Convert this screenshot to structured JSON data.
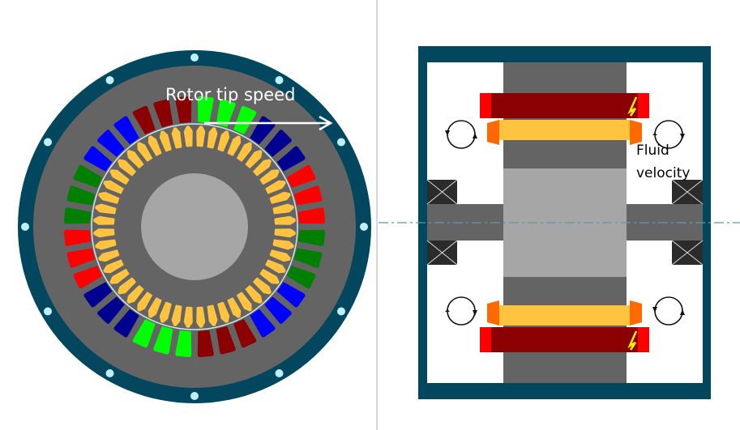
{
  "labels": {
    "rotor_tip_speed": "Rotor tip speed",
    "fluid_line1": "Fluid",
    "fluid_line2": "velocity"
  },
  "colors": {
    "frame": "#02475e",
    "core": "#646464",
    "shaft": "#a6a6a6",
    "rotor_bar": "#ffc340",
    "bolt": "#bfefff",
    "stator_phases": [
      "#00ff00",
      "#000090",
      "#ff0000",
      "#008000",
      "#0000ff",
      "#8b0000"
    ],
    "coil_dark": "#8b0000",
    "coil_end": "#ff0000",
    "bar_end": "#ff6a00",
    "bearing": "#2b2b2b",
    "axis": "#5a9ab0"
  },
  "machine": {
    "stator_slots": 36,
    "slots_per_phase_group": 3,
    "rotor_bars": 48,
    "bolts": 12
  }
}
